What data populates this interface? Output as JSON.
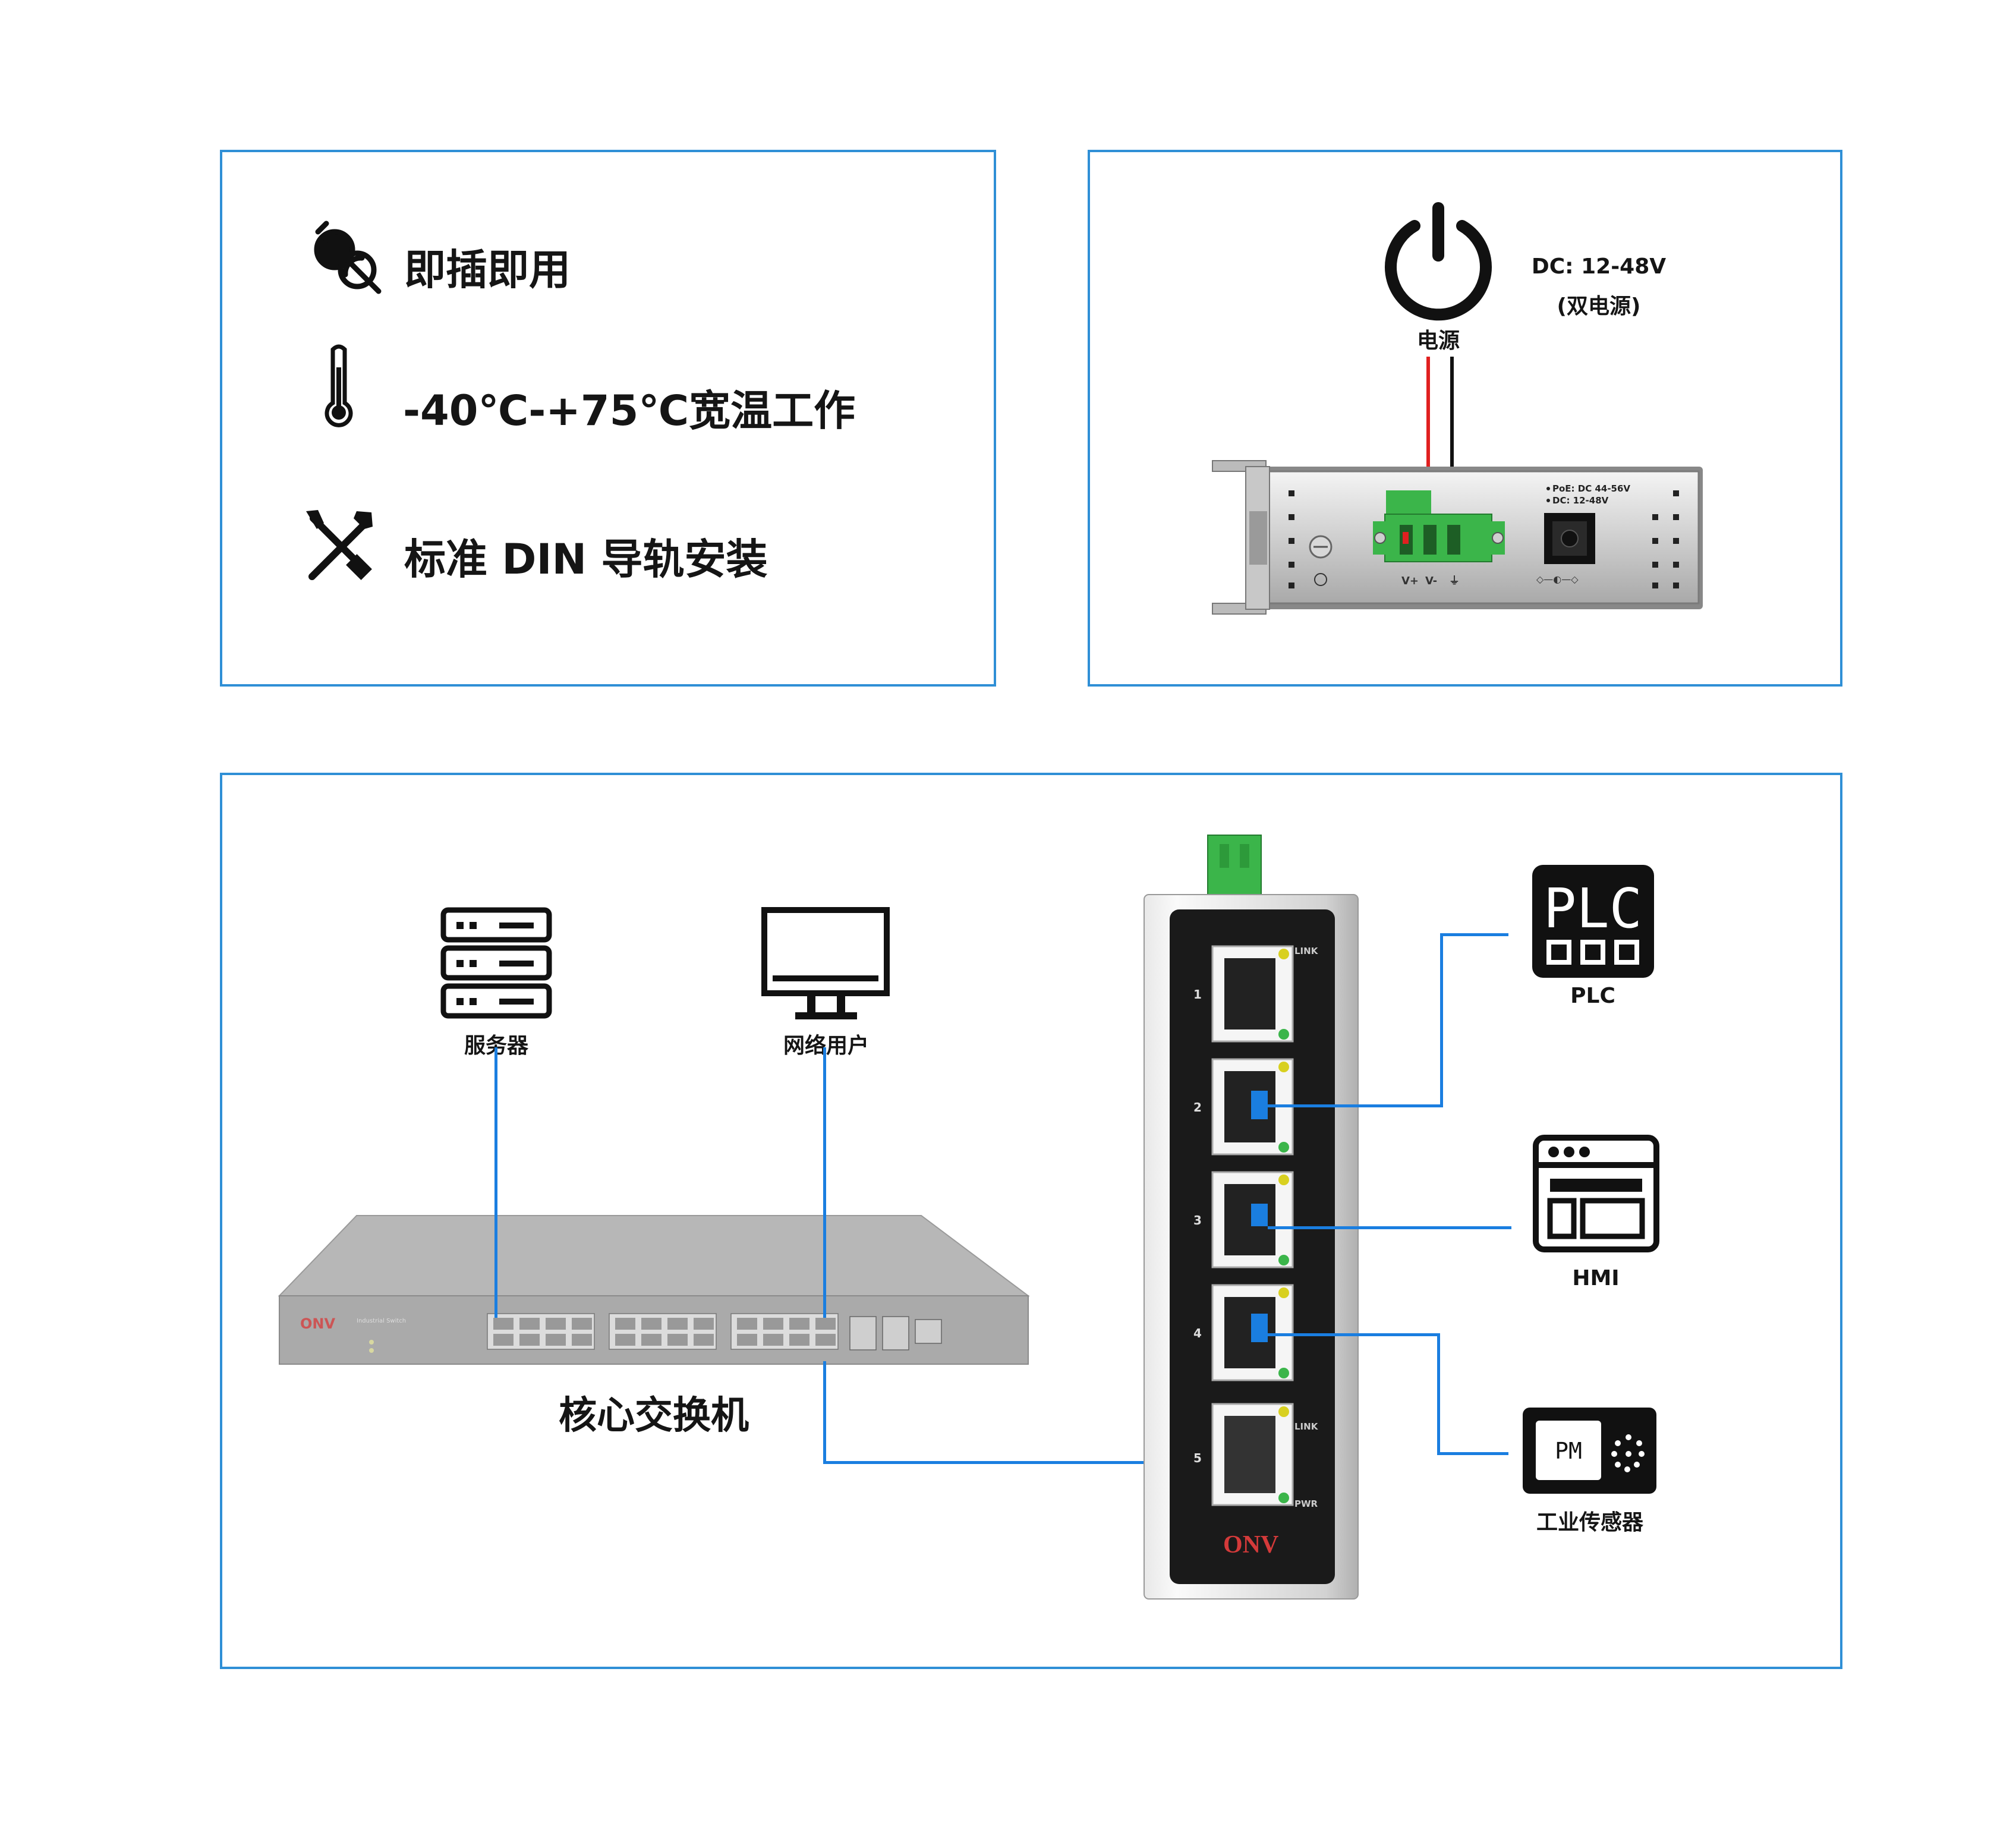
{
  "features": [
    {
      "icon": "plug-icon",
      "text": "即插即用"
    },
    {
      "icon": "thermometer-icon",
      "text": "-40℃-+75℃宽温工作"
    },
    {
      "icon": "tools-icon",
      "text": "标准 DIN 导轨安装"
    }
  ],
  "power": {
    "icon": "power-icon",
    "label": "电源",
    "spec_line1": "DC: 12-48V",
    "spec_line2": "(双电源)",
    "panel_note1": "PoE: DC 44-56V",
    "panel_note2": "DC: 12-48V",
    "terminal_labels": [
      "V+",
      "V-",
      "⏚"
    ]
  },
  "topology": {
    "server_label": "服务器",
    "user_label": "网络用户",
    "core_switch_label": "核心交换机",
    "core_switch_brand": "ONV",
    "core_switch_model": "Industrial Switch",
    "device_brand": "ONV",
    "port_numbers": [
      "1",
      "2",
      "3",
      "4",
      "5"
    ],
    "link_label": "LINK",
    "pwr_label": "PWR",
    "plc_label": "PLC",
    "plc_icon_text": "PLC",
    "hmi_label": "HMI",
    "sensor_label": "工业传感器",
    "sensor_icon_text": "PM"
  },
  "colors": {
    "panel_border": "#2f8fd6",
    "link_line": "#1a7ee0",
    "terminal_green": "#3bb54a",
    "wire_red": "#e02020",
    "wire_black": "#111111"
  }
}
